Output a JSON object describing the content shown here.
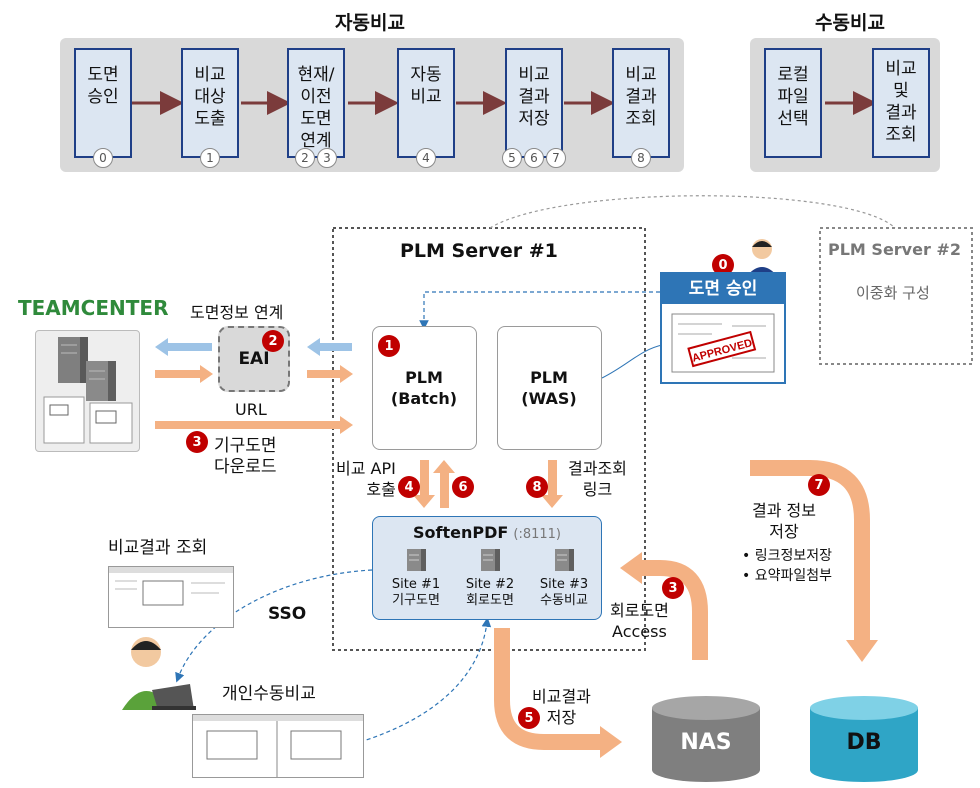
{
  "top": {
    "auto_title": "자동비교",
    "manual_title": "수동비교",
    "auto_steps": [
      {
        "label": "도면\n승인",
        "badges": [
          "0"
        ]
      },
      {
        "label": "비교\n대상\n도출",
        "badges": [
          "1"
        ]
      },
      {
        "label": "현재/\n이전\n도면\n연계",
        "badges": [
          "2",
          "3"
        ]
      },
      {
        "label": "자동\n비교",
        "badges": [
          "4"
        ]
      },
      {
        "label": "비교\n결과\n저장",
        "badges": [
          "5",
          "6",
          "7"
        ]
      },
      {
        "label": "비교\n결과\n조회",
        "badges": [
          "8"
        ]
      }
    ],
    "manual_steps": [
      {
        "label": "로컬\n파일\n선택"
      },
      {
        "label": "비교\n및\n결과\n조회"
      }
    ]
  },
  "server1": {
    "title": "PLM Server #1"
  },
  "server2": {
    "title": "PLM Server #2",
    "subtitle": "이중화 구성"
  },
  "teamcenter": {
    "logo": "TEAMCENTER"
  },
  "eai": {
    "label": "EAI",
    "caption": "도면정보 연계",
    "badge": "2"
  },
  "url_label": "URL",
  "plm_batch": {
    "label": "PLM\n(Batch)",
    "badge": "1"
  },
  "plm_was": {
    "label": "PLM\n(WAS)"
  },
  "approval": {
    "title": "도면 승인",
    "badge": "0",
    "stamp": "APPROVED"
  },
  "download": {
    "badge": "3",
    "label": "기구도면\n다운로드"
  },
  "api_call": {
    "label": "비교 API\n호출",
    "badge_down": "4",
    "badge_up": "6"
  },
  "result_link": {
    "label": "결과조회\n링크",
    "badge": "8"
  },
  "softenpdf": {
    "title": "SoftenPDF",
    "port": "(:8111)",
    "sites": [
      {
        "name": "Site #1",
        "desc": "기구도면"
      },
      {
        "name": "Site #2",
        "desc": "회로도면"
      },
      {
        "name": "Site #3",
        "desc": "수동비교"
      }
    ]
  },
  "result_store": {
    "badge": "7",
    "label": "결과 정보\n저장",
    "bullets": [
      "링크정보저장",
      "요약파일첨부"
    ]
  },
  "circuit_access": {
    "badge": "3",
    "label": "회로도면\nAccess"
  },
  "compare_store": {
    "badge": "5",
    "label": "비교결과\n저장"
  },
  "nas": {
    "label": "NAS"
  },
  "db": {
    "label": "DB"
  },
  "compare_view": {
    "label": "비교결과 조회"
  },
  "sso": {
    "label": "SSO"
  },
  "personal_manual": {
    "label": "개인수동비교"
  },
  "colors": {
    "step_border": "#1f3f87",
    "step_fill": "#dce6f2",
    "arrow_dark": "#7b3b3b",
    "orange": "#f4b183",
    "blue_arrow": "#9dc3e6",
    "badge_red": "#c00000",
    "nas": "#7f7f7f",
    "db": "#31a8c8"
  }
}
